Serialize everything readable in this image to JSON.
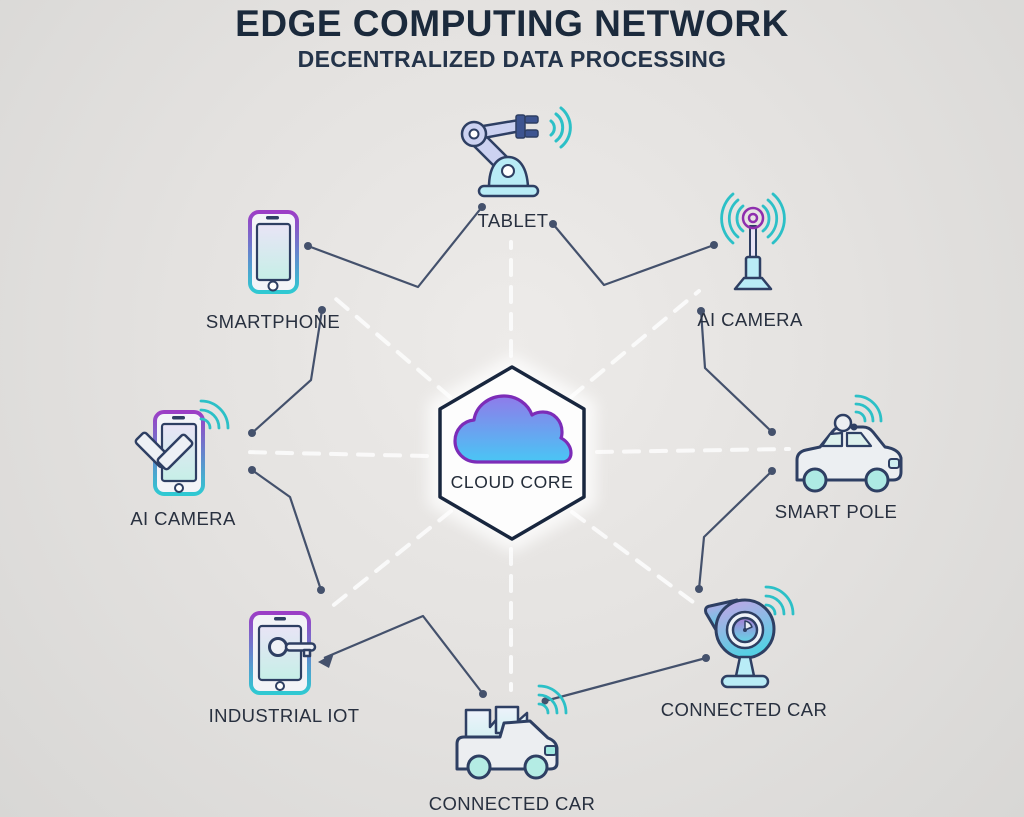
{
  "header": {
    "title": "EDGE COMPUTING NETWORK",
    "subtitle": "DECENTRALIZED DATA PROCESSING"
  },
  "center": {
    "label": "CLOUD CORE",
    "icon": "cloud-icon",
    "shape": "hexagon"
  },
  "nodes": [
    {
      "id": "top",
      "label": "TABLET",
      "icon": "robot-arm-icon"
    },
    {
      "id": "top-right",
      "label": "AI CAMERA",
      "icon": "signal-tower-icon"
    },
    {
      "id": "right",
      "label": "SMART POLE",
      "icon": "car-icon"
    },
    {
      "id": "bottom-right",
      "label": "CONNECTED CAR",
      "icon": "security-camera-icon"
    },
    {
      "id": "bottom",
      "label": "CONNECTED CAR",
      "icon": "truck-icon"
    },
    {
      "id": "bottom-left",
      "label": "INDUSTRIAL IOT",
      "icon": "tablet-key-icon"
    },
    {
      "id": "left",
      "label": "AI CAMERA",
      "icon": "smartphone-ai-icon"
    },
    {
      "id": "top-left",
      "label": "SMARTPHONE",
      "icon": "smartphone-icon"
    }
  ],
  "colors": {
    "background": "#e4e2e0",
    "title_text": "#1b2a3c",
    "label_text": "#28303f",
    "solid_link": "#44516c",
    "dashed_link": "#fbfbfb",
    "icon_outline_navy": "#2e3f63",
    "wifi_teal": "#2cc0c7",
    "accent_purple": "#8e2fae",
    "light_cyan_fill": "#b9ecf6",
    "lavender_fill": "#ccd2f1",
    "cloud_gradient_top": "#8f7bea",
    "cloud_gradient_bottom": "#49c6f5"
  }
}
